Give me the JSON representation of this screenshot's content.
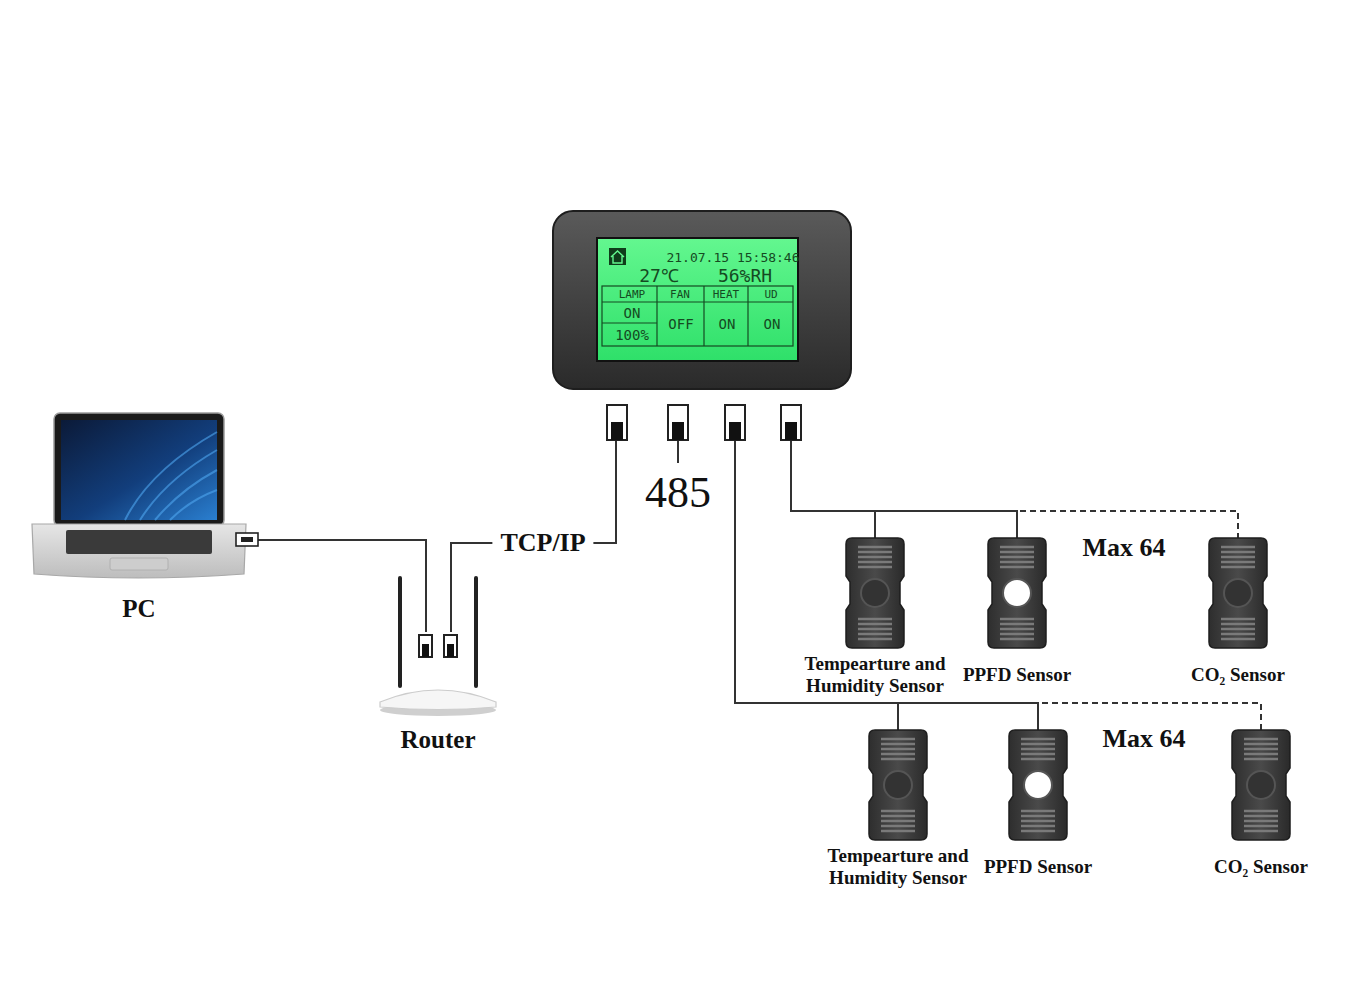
{
  "diagram": {
    "nodes": [
      {
        "text": [
          "21.07.15 15:58:46",
          "27℃",
          "56%RH",
          "LAMP",
          "FAN",
          "HEAT",
          "UD",
          "ON",
          "100%",
          "OFF",
          "ON",
          "ON"
        ]
      },
      {
        "text": [
          "PC"
        ]
      },
      {
        "text": [
          "Router"
        ]
      },
      {
        "text": [
          "Tempearture and Humidity Sensor"
        ]
      },
      {
        "text": [
          "PPFD Sensor"
        ]
      },
      {
        "text": [
          "CO₂ Sensor"
        ]
      },
      {
        "text": [
          "Tempearture and Humidity Sensor"
        ]
      },
      {
        "text": [
          "PPFD Sensor"
        ]
      },
      {
        "text": [
          "CO₂ Sensor"
        ]
      }
    ],
    "edges": [
      {
        "from": 1,
        "to": 2,
        "arrow": "none"
      },
      {
        "from": 2,
        "to": 0,
        "label": "TCP/IP",
        "arrow": "none"
      },
      {
        "from": 0,
        "to": 3,
        "arrow": "none"
      },
      {
        "from": 0,
        "to": 4,
        "arrow": "none"
      },
      {
        "from": 0,
        "to": 5,
        "arrow": "none"
      },
      {
        "from": 0,
        "to": 6,
        "arrow": "none"
      },
      {
        "from": 0,
        "to": 7,
        "arrow": "none"
      },
      {
        "from": 0,
        "to": 8,
        "arrow": "none"
      }
    ],
    "labels": [
      "485",
      "Max 64",
      "Max 64"
    ]
  }
}
